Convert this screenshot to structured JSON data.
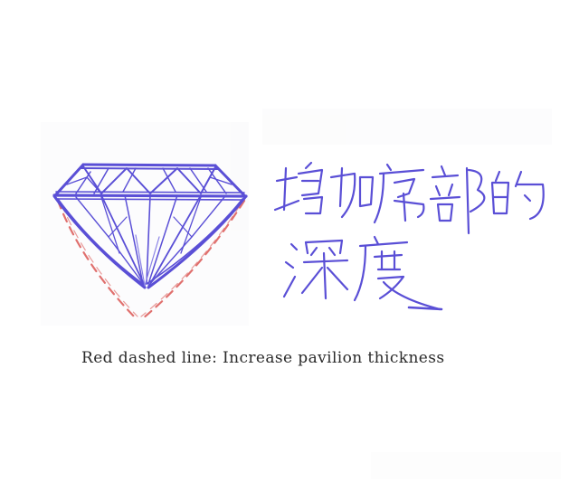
{
  "caption": "Red dashed line: Increase pavilion thickness",
  "handwriting": {
    "line1": "增加底部的",
    "line2": "深度"
  },
  "colors": {
    "pen_blue": "#5a4fd6",
    "pen_blue_light": "#8a82e6",
    "dash_red": "#e0706e",
    "caption_text": "#2a2a2a",
    "background": "#ffffff"
  }
}
